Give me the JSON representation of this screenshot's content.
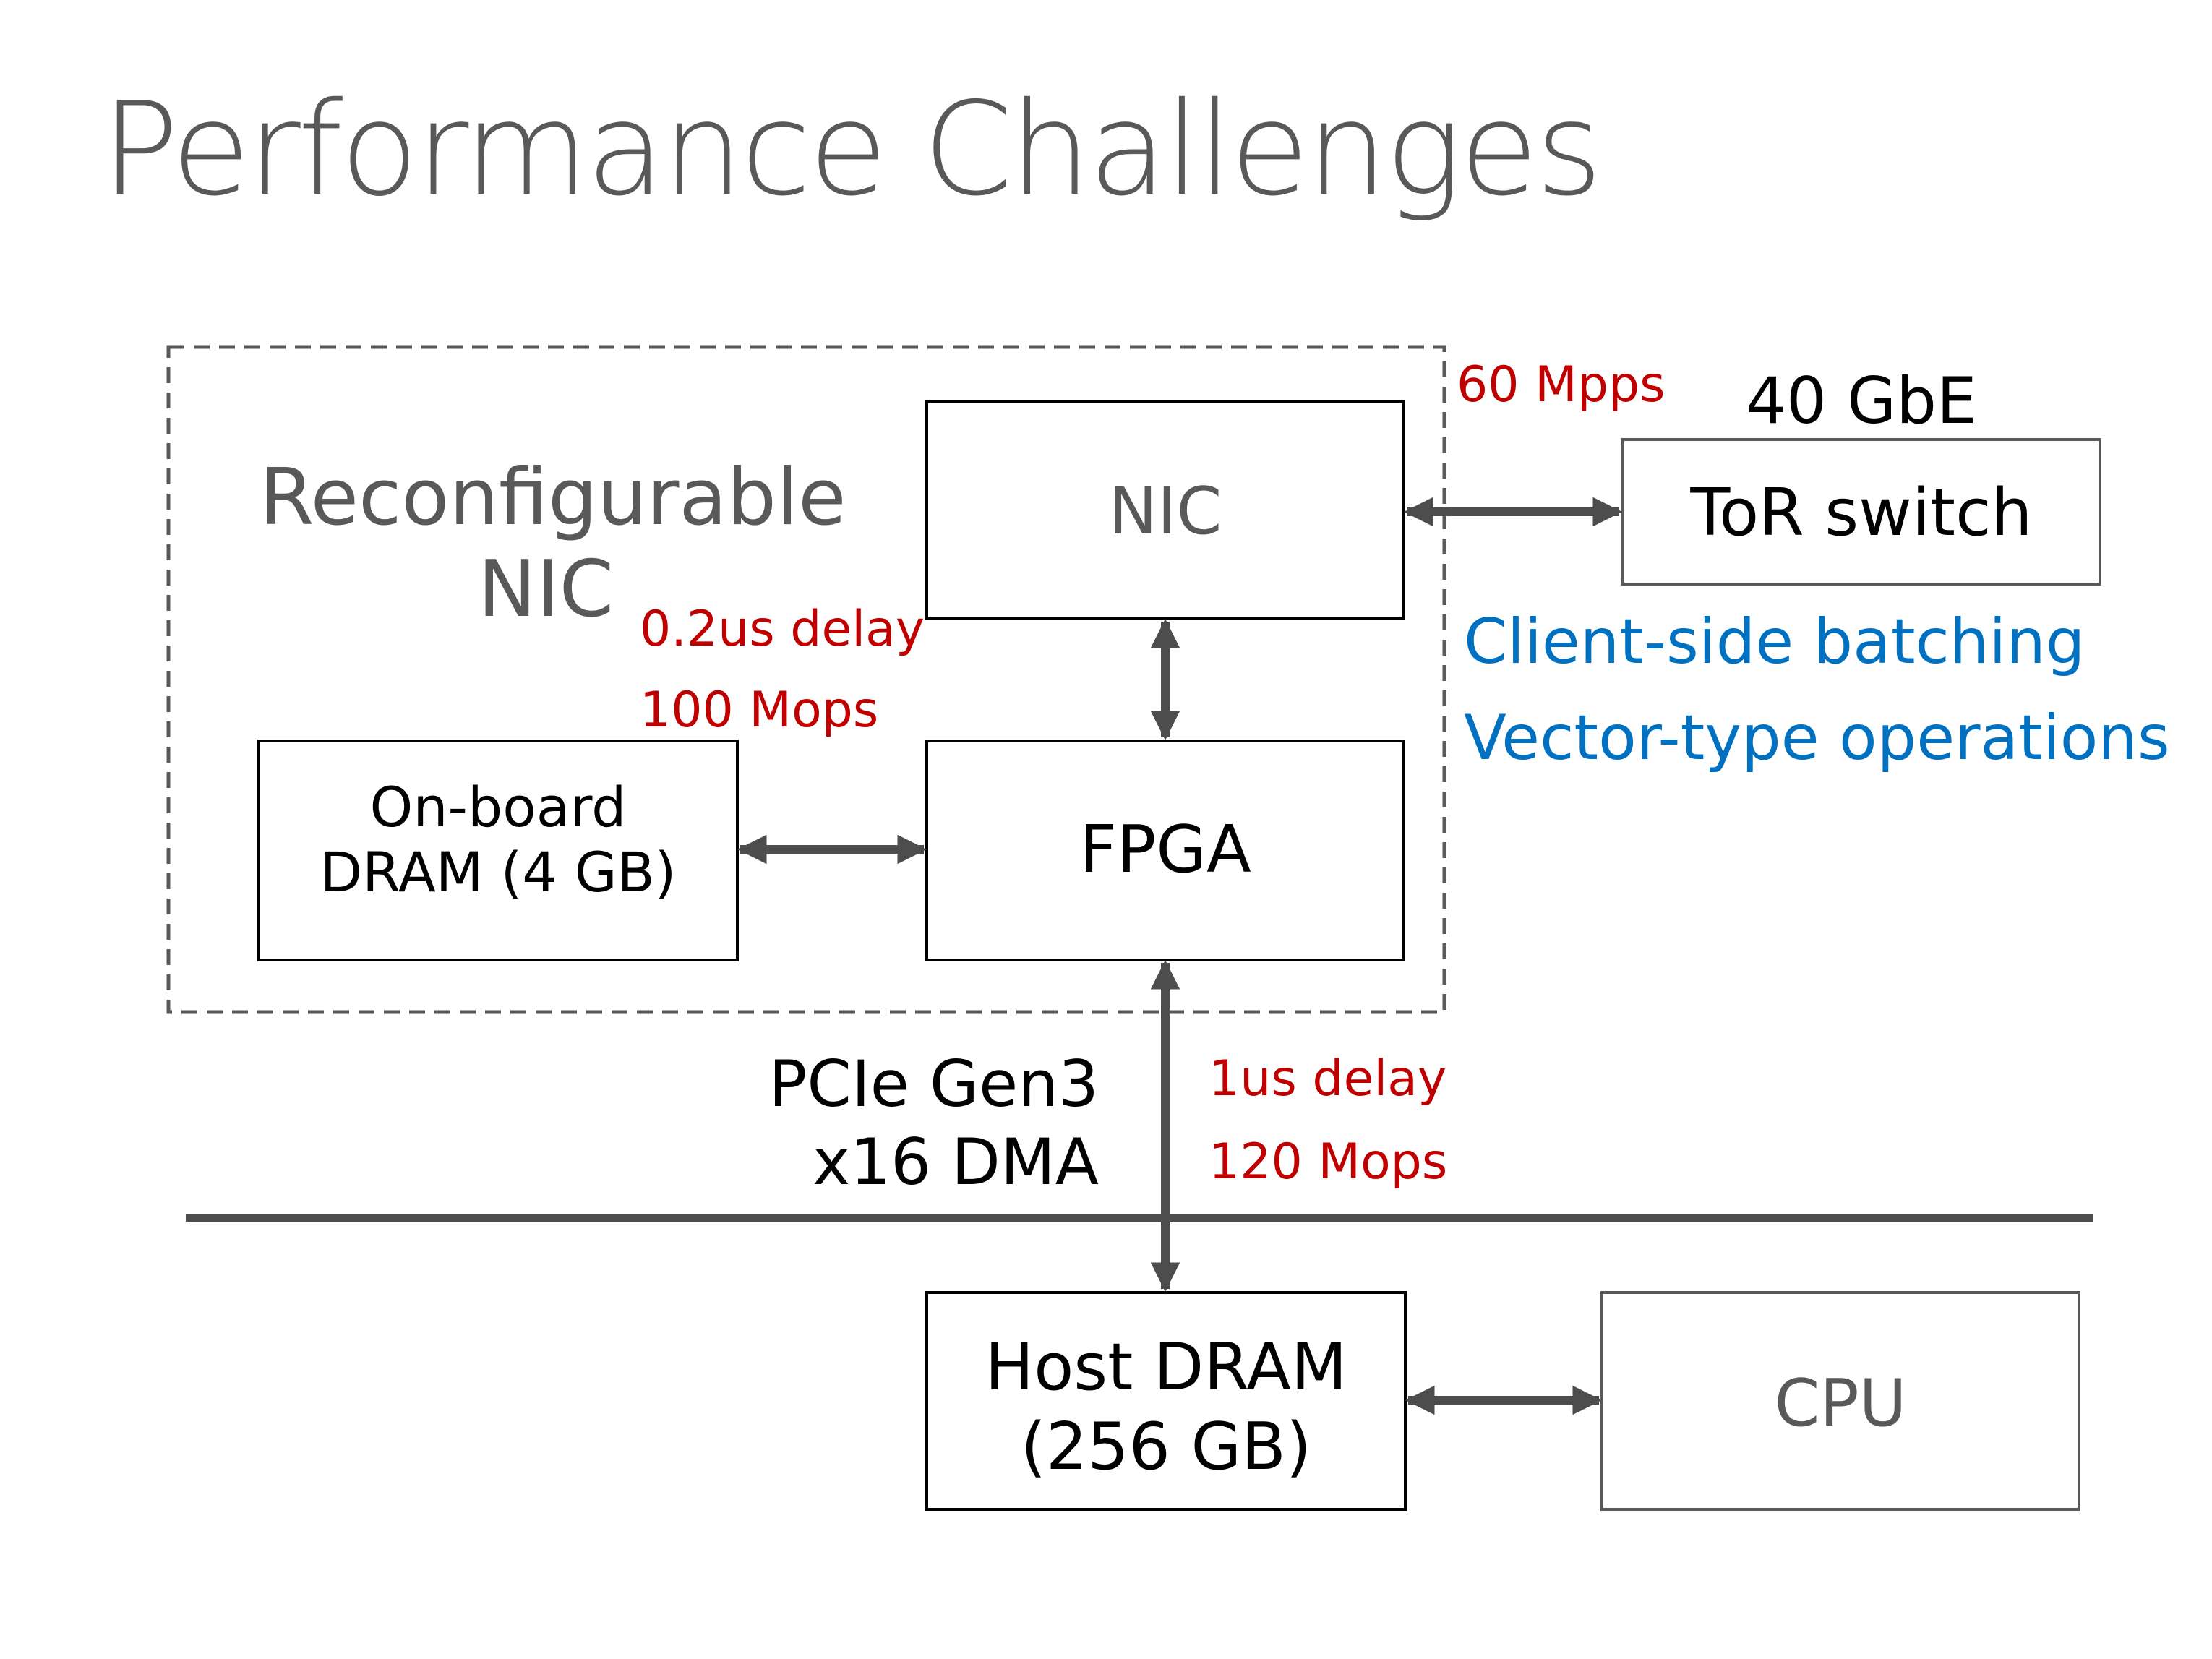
{
  "title": "Performance Challenges",
  "group": {
    "label_line1": "Reconfigurable",
    "label_line2": "NIC"
  },
  "blocks": {
    "nic": "NIC",
    "fpga": "FPGA",
    "onboard_line1": "On-board",
    "onboard_line2": "DRAM (4 GB)",
    "tor": "ToR switch",
    "host_line1": "Host DRAM",
    "host_line2": "(256 GB)",
    "cpu": "CPU"
  },
  "annotations": {
    "nic_rate": "60 Mpps",
    "link_speed": "40 GbE",
    "onboard_delay": "0.2us delay",
    "onboard_ops": "100 Mops",
    "pcie_line1": "PCIe Gen3",
    "pcie_line2": "x16 DMA",
    "pcie_delay": "1us delay",
    "pcie_ops": "120 Mops",
    "solution_1": "Client-side batching",
    "solution_2": "Vector-type operations"
  },
  "colors": {
    "text_gray": "#595959",
    "text_black": "#000000",
    "text_red": "#c00000",
    "text_blue": "#0070c0",
    "arrow": "#4d4d4d"
  }
}
